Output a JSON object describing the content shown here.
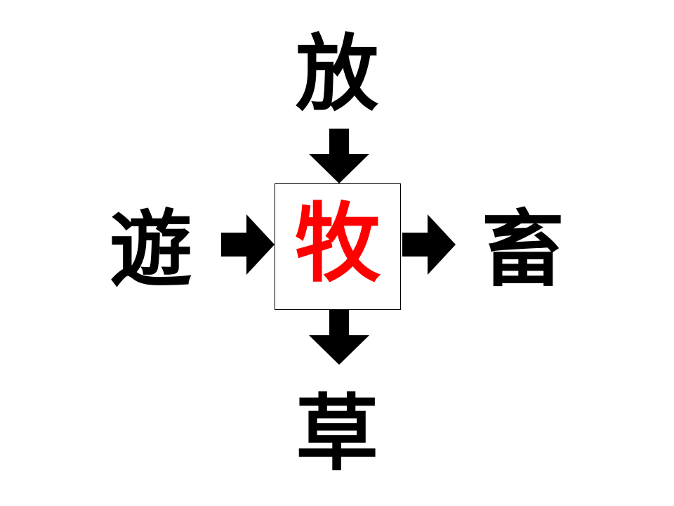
{
  "puzzle": {
    "top_char": "放",
    "left_char": "遊",
    "right_char": "畜",
    "bottom_char": "草",
    "center_char": "牧"
  },
  "colors": {
    "text": "#000000",
    "answer": "#ff0000",
    "arrow": "#000000",
    "background": "#ffffff"
  },
  "icons": {
    "arrow_top": "arrow-down-icon",
    "arrow_left": "arrow-right-icon",
    "arrow_right": "arrow-right-icon",
    "arrow_bottom": "arrow-down-icon"
  }
}
